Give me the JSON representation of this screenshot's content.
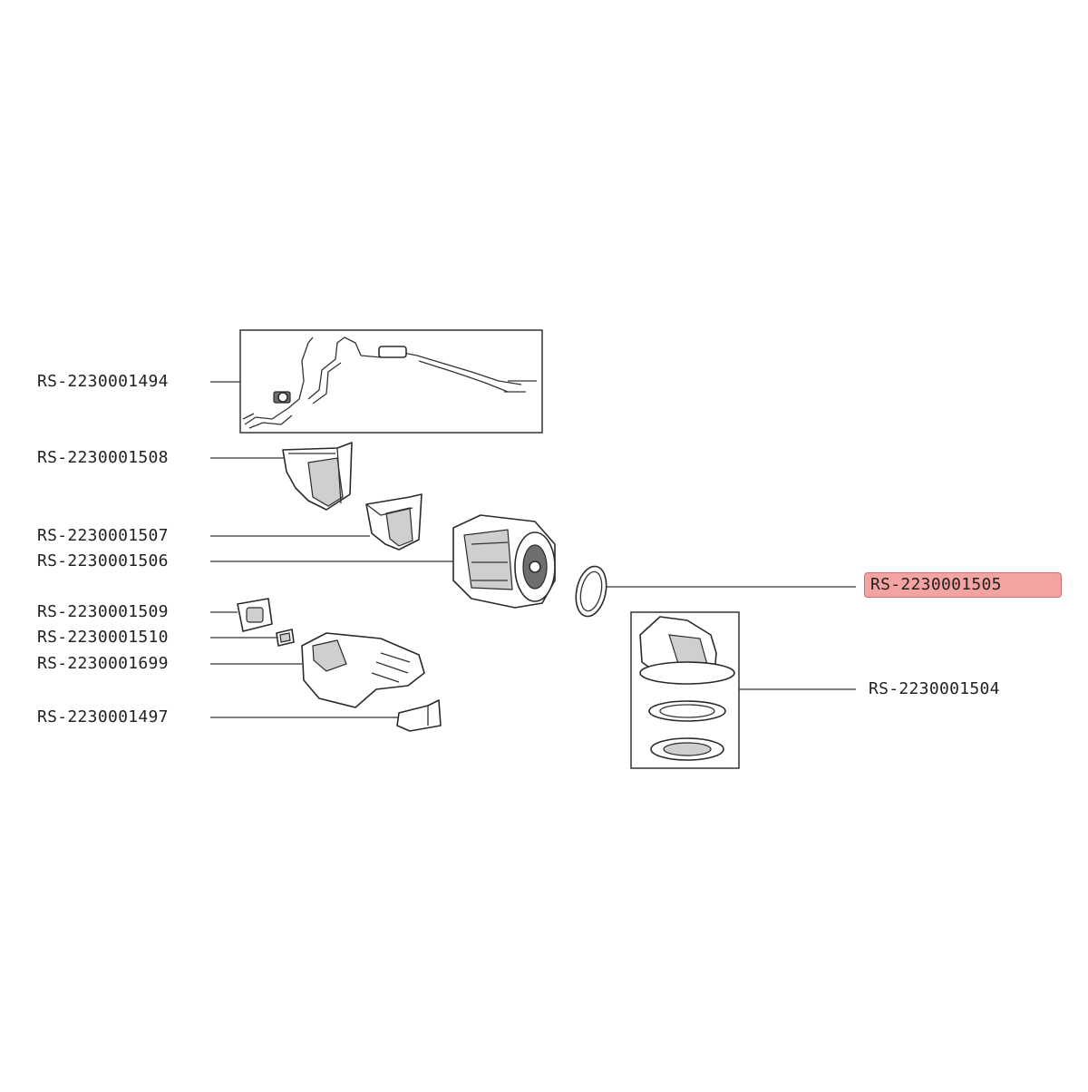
{
  "parts": [
    {
      "id": "harness",
      "label": "RS-2230001494"
    },
    {
      "id": "duct-large",
      "label": "RS-2230001508"
    },
    {
      "id": "duct-small",
      "label": "RS-2230001507"
    },
    {
      "id": "motor",
      "label": "RS-2230001506"
    },
    {
      "id": "seal-ring",
      "label": "RS-2230001505",
      "highlighted": true
    },
    {
      "id": "outlet-kit",
      "label": "RS-2230001504"
    },
    {
      "id": "switch-cap",
      "label": "RS-2230001509"
    },
    {
      "id": "small-plate",
      "label": "RS-2230001510"
    },
    {
      "id": "handle-cover",
      "label": "RS-2230001699"
    },
    {
      "id": "bracket",
      "label": "RS-2230001497"
    }
  ],
  "colors": {
    "highlight_fill": "#f4a3a3",
    "highlight_border": "#d96b6b",
    "line": "#333333"
  }
}
